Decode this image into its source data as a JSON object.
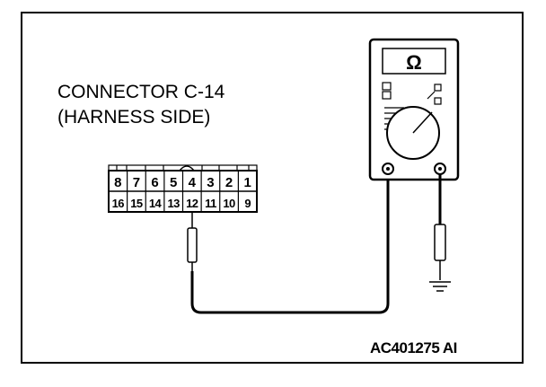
{
  "connector": {
    "line1": "CONNECTOR C-14",
    "line2": "(HARNESS SIDE)",
    "pins_top": [
      "8",
      "7",
      "6",
      "5",
      "4",
      "3",
      "2",
      "1"
    ],
    "pins_bottom": [
      "16",
      "15",
      "14",
      "13",
      "12",
      "11",
      "10",
      "9"
    ]
  },
  "meter": {
    "display_symbol": "Ω"
  },
  "figure_code": "AC401275 AI"
}
